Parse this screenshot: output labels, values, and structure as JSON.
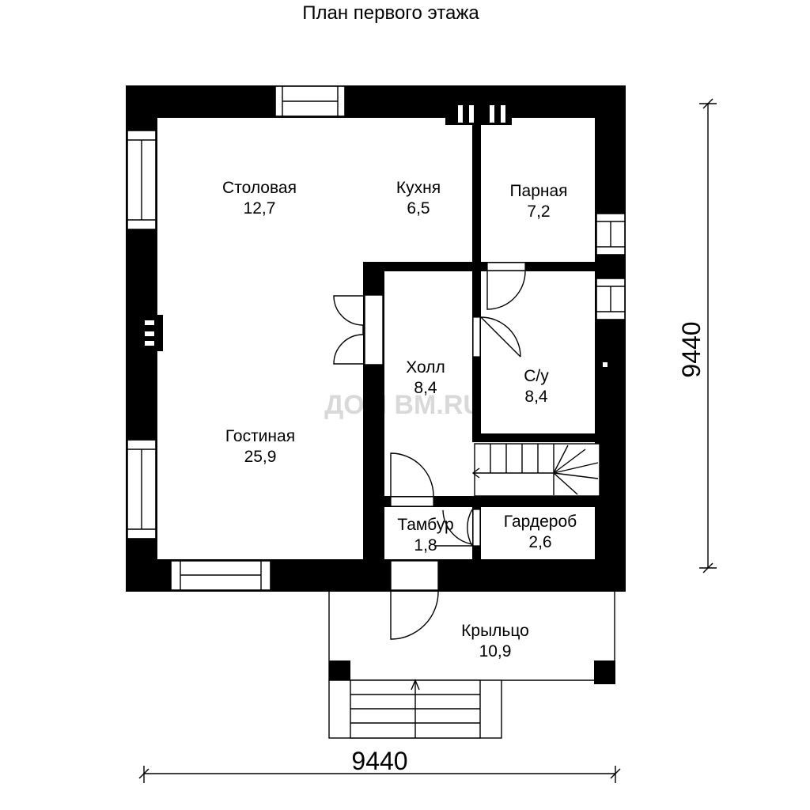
{
  "title": "План первого этажа",
  "watermark": "ДОМ ВМ.RU",
  "dimensions": {
    "width": "9440",
    "height": "9440"
  },
  "rooms": {
    "dining": {
      "name": "Столовая",
      "area": "12,7"
    },
    "kitchen": {
      "name": "Кухня",
      "area": "6,5"
    },
    "steam": {
      "name": "Парная",
      "area": "7,2"
    },
    "hall": {
      "name": "Холл",
      "area": "8,4"
    },
    "bath": {
      "name": "С/у",
      "area": "8,4"
    },
    "living": {
      "name": "Гостиная",
      "area": "25,9"
    },
    "vestibule": {
      "name": "Тамбур",
      "area": "1,8"
    },
    "wardrobe": {
      "name": "Гардероб",
      "area": "2,6"
    },
    "porch": {
      "name": "Крыльцо",
      "area": "10,9"
    }
  }
}
